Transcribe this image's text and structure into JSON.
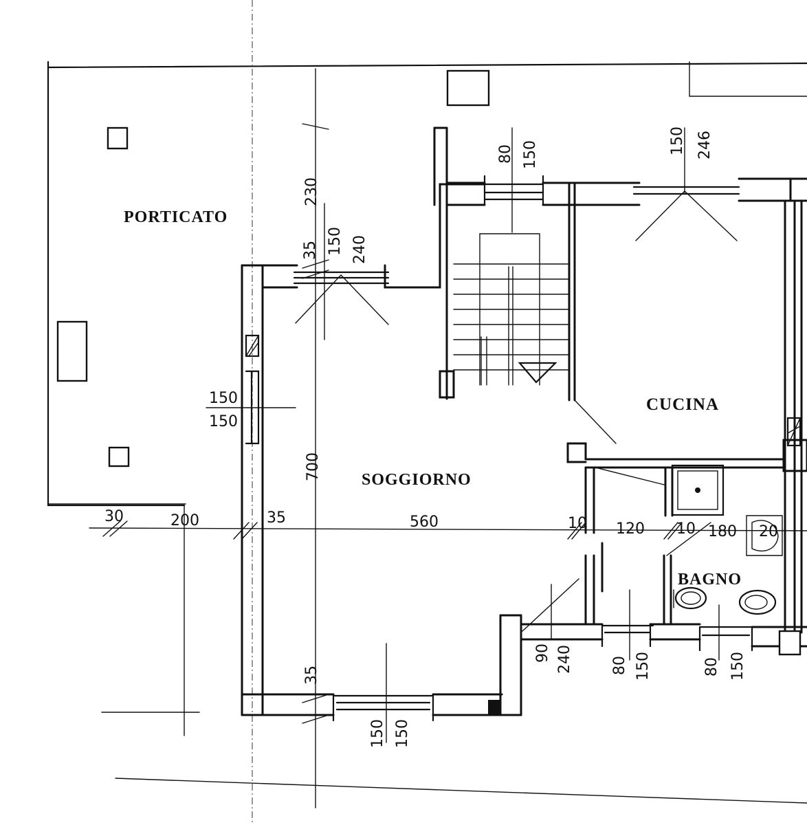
{
  "rooms": {
    "porticato": "PORTICATO",
    "soggiorno": "SOGGIORNO",
    "cucina": "CUCINA",
    "bagno": "BAGNO"
  },
  "dimensions": {
    "top_230": "230",
    "win_top_35": "35",
    "win_top_150": "150",
    "win_top_240": "240",
    "stair_win_80": "80",
    "stair_win_150": "150",
    "kitchen_win_150": "150",
    "kitchen_win_246": "246",
    "left_win_150a": "150",
    "left_win_150b": "150",
    "height_700": "700",
    "h_30": "30",
    "h_200": "200",
    "h_35": "35",
    "h_560": "560",
    "h_10a": "10",
    "h_120": "120",
    "h_10b": "10",
    "h_180": "180",
    "h_20": "20",
    "bottom_35": "35",
    "bottom_win_150a": "150",
    "bottom_win_150b": "150",
    "door_90": "90",
    "door_240": "240",
    "bath_win_80": "80",
    "bath_win_150": "150",
    "bagno_win_80": "80",
    "bagno_win_150": "150"
  }
}
